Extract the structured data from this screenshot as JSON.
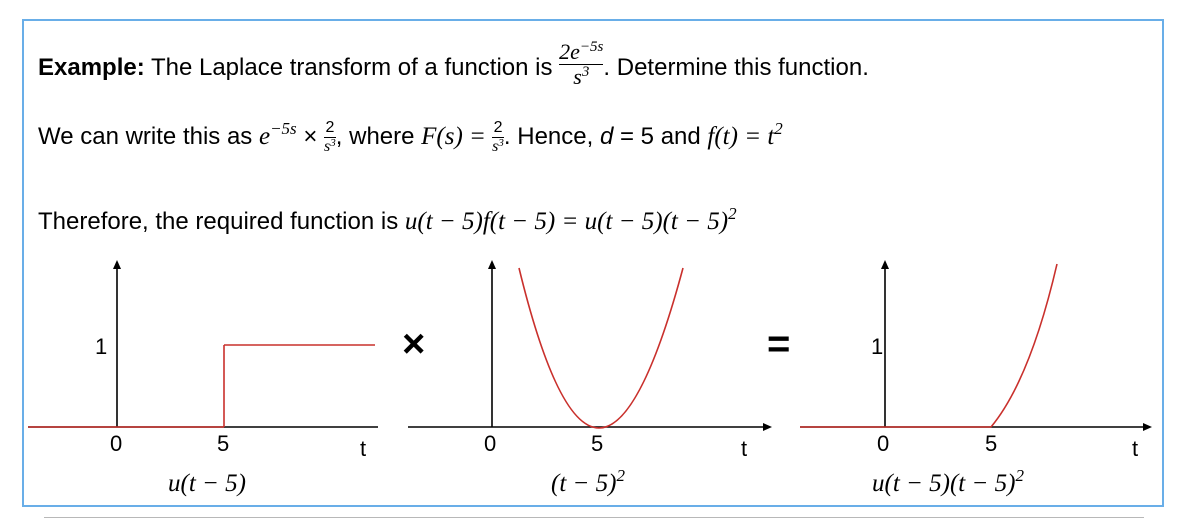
{
  "line1": {
    "label": "Example:",
    "text_a": " The Laplace transform of a function is ",
    "frac_num": "2e",
    "frac_num_exp": "−5s",
    "frac_den": "s",
    "frac_den_exp": "3",
    "text_b": ". Determine this function."
  },
  "line2": {
    "text_a": "We can write this as ",
    "e": "e",
    "e_exp": "−5s",
    "times": " × ",
    "f1_num": "2",
    "f1_den": "s",
    "f1_den_exp": "3",
    "comma": ",",
    "text_where": " where ",
    "Fs": "F(s) = ",
    "f2_num": "2",
    "f2_den": "s",
    "f2_den_exp": "3",
    "dot": ".",
    "text_hence": " Hence, ",
    "d": "d",
    "d_eq": " = 5 and ",
    "ft": "f(t) = t",
    "ft_exp": "2"
  },
  "line3": {
    "text_a": "Therefore, the required function is ",
    "expr": "u(t − 5)f(t − 5) = u(t − 5)(t − 5)",
    "expr_exp": "2"
  },
  "graphs": {
    "g1": {
      "y1": "1",
      "x0": "0",
      "x5": "5",
      "xt": "t",
      "caption": "u(t − 5)"
    },
    "g2": {
      "x0": "0",
      "x5": "5",
      "xt": "t",
      "caption": "(t − 5)",
      "caption_exp": "2"
    },
    "g3": {
      "y1": "1",
      "x0": "0",
      "x5": "5",
      "xt": "t",
      "caption": "u(t − 5)(t − 5)",
      "caption_exp": "2"
    },
    "op_times": "×",
    "op_equals": "="
  },
  "colors": {
    "frame": "#69aee8",
    "curve": "#c9302c",
    "axis": "#000000"
  }
}
